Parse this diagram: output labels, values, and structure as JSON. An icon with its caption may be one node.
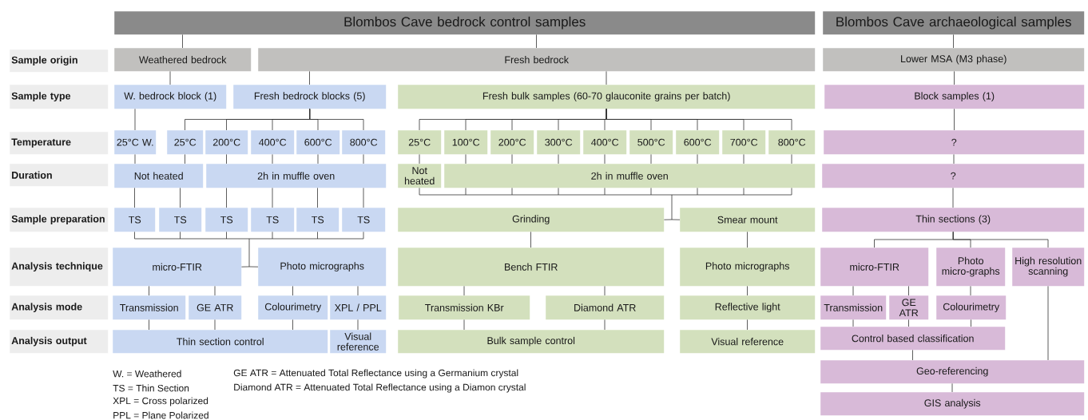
{
  "diagram": {
    "nodes": [
      {
        "text": [
          "Blombos Cave bedrock control samples"
        ]
      },
      {
        "text": [
          "Blombos Cave archaeological samples"
        ]
      },
      {
        "text": [
          "Sample origin"
        ]
      },
      {
        "text": [
          "Weathered bedrock"
        ]
      },
      {
        "text": [
          "Fresh bedrock"
        ]
      },
      {
        "text": [
          "Lower MSA (M3 phase)"
        ]
      },
      {
        "text": [
          "Sample type"
        ]
      },
      {
        "text": [
          "W. bedrock block (1)"
        ]
      },
      {
        "text": [
          "Fresh bedrock blocks (5)"
        ]
      },
      {
        "text": [
          "Fresh bulk samples (60-70 glauconite grains per batch)"
        ]
      },
      {
        "text": [
          "Block samples (1)"
        ]
      },
      {
        "text": [
          "Temperature"
        ]
      },
      {
        "text": [
          "25°C W."
        ]
      },
      {
        "text": [
          "25°C"
        ]
      },
      {
        "text": [
          "200°C"
        ]
      },
      {
        "text": [
          "400°C"
        ]
      },
      {
        "text": [
          "600°C"
        ]
      },
      {
        "text": [
          "800°C"
        ]
      },
      {
        "text": [
          "25°C"
        ]
      },
      {
        "text": [
          "100°C"
        ]
      },
      {
        "text": [
          "200°C"
        ]
      },
      {
        "text": [
          "300°C"
        ]
      },
      {
        "text": [
          "400°C"
        ]
      },
      {
        "text": [
          "500°C"
        ]
      },
      {
        "text": [
          "600°C"
        ]
      },
      {
        "text": [
          "700°C"
        ]
      },
      {
        "text": [
          "800°C"
        ]
      },
      {
        "text": [
          "?"
        ]
      },
      {
        "text": [
          "Duration"
        ]
      },
      {
        "text": [
          "Not heated"
        ]
      },
      {
        "text": [
          "2h in muffle oven"
        ]
      },
      {
        "text": [
          "Not heated"
        ]
      },
      {
        "text": [
          "2h in muffle oven"
        ]
      },
      {
        "text": [
          "?"
        ]
      },
      {
        "text": [
          "Sample preparation"
        ]
      },
      {
        "text": [
          "TS"
        ]
      },
      {
        "text": [
          "TS"
        ]
      },
      {
        "text": [
          "TS"
        ]
      },
      {
        "text": [
          "TS"
        ]
      },
      {
        "text": [
          "TS"
        ]
      },
      {
        "text": [
          "TS"
        ]
      },
      {
        "text": [
          "Grinding"
        ]
      },
      {
        "text": [
          "Smear mount"
        ]
      },
      {
        "text": [
          "Thin sections (3)"
        ]
      },
      {
        "text": [
          "Analysis technique"
        ]
      },
      {
        "text": [
          "micro-FTIR"
        ]
      },
      {
        "text": [
          "Photo micrographs"
        ]
      },
      {
        "text": [
          "Bench FTIR"
        ]
      },
      {
        "text": [
          "Photo micrographs"
        ]
      },
      {
        "text": [
          "micro-FTIR"
        ]
      },
      {
        "text": [
          "Photo micro-graphs"
        ]
      },
      {
        "text": [
          "High resolution scanning"
        ]
      },
      {
        "text": [
          "Analysis mode"
        ]
      },
      {
        "text": [
          "Transmission"
        ]
      },
      {
        "text": [
          "GE ATR"
        ]
      },
      {
        "text": [
          "Colourimetry"
        ]
      },
      {
        "text": [
          "XPL / PPL"
        ]
      },
      {
        "text": [
          "Transmission KBr"
        ]
      },
      {
        "text": [
          "Diamond ATR"
        ]
      },
      {
        "text": [
          "Reflective light"
        ]
      },
      {
        "text": [
          "Transmission"
        ]
      },
      {
        "text": [
          "GE ATR"
        ]
      },
      {
        "text": [
          "Colourimetry"
        ]
      },
      {
        "text": [
          "Analysis output"
        ]
      },
      {
        "text": [
          "Thin section control"
        ]
      },
      {
        "text": [
          "Visual reference"
        ]
      },
      {
        "text": [
          "Bulk sample control"
        ]
      },
      {
        "text": [
          "Visual reference"
        ]
      },
      {
        "text": [
          "Control based classification"
        ]
      },
      {
        "text": [
          "Geo-referencing"
        ]
      },
      {
        "text": [
          "GIS analysis"
        ]
      }
    ],
    "edges": [
      {
        "from": 0,
        "to": 3,
        "arrow": "none"
      },
      {
        "from": 0,
        "to": 4,
        "arrow": "none"
      },
      {
        "from": 1,
        "to": 5,
        "arrow": "none"
      },
      {
        "from": 3,
        "to": 7,
        "arrow": "none"
      },
      {
        "from": 4,
        "to": 8,
        "arrow": "none"
      },
      {
        "from": 4,
        "to": 9,
        "arrow": "none"
      },
      {
        "from": 5,
        "to": 10,
        "arrow": "none"
      },
      {
        "from": 7,
        "to": 12,
        "arrow": "none"
      },
      {
        "from": 8,
        "to": 13,
        "arrow": "none"
      },
      {
        "from": 8,
        "to": 14,
        "arrow": "none"
      },
      {
        "from": 8,
        "to": 15,
        "arrow": "none"
      },
      {
        "from": 8,
        "to": 16,
        "arrow": "none"
      },
      {
        "from": 8,
        "to": 17,
        "arrow": "none"
      },
      {
        "from": 9,
        "to": 18,
        "arrow": "none"
      },
      {
        "from": 9,
        "to": 19,
        "arrow": "none"
      },
      {
        "from": 9,
        "to": 20,
        "arrow": "none"
      },
      {
        "from": 9,
        "to": 21,
        "arrow": "none"
      },
      {
        "from": 9,
        "to": 22,
        "arrow": "none"
      },
      {
        "from": 9,
        "to": 23,
        "arrow": "none"
      },
      {
        "from": 9,
        "to": 24,
        "arrow": "none"
      },
      {
        "from": 9,
        "to": 25,
        "arrow": "none"
      },
      {
        "from": 9,
        "to": 26,
        "arrow": "none"
      },
      {
        "from": 10,
        "to": 27,
        "arrow": "none"
      },
      {
        "from": 12,
        "to": 29,
        "arrow": "none"
      },
      {
        "from": 13,
        "to": 29,
        "arrow": "none"
      },
      {
        "from": 14,
        "to": 30,
        "arrow": "none"
      },
      {
        "from": 15,
        "to": 30,
        "arrow": "none"
      },
      {
        "from": 16,
        "to": 30,
        "arrow": "none"
      },
      {
        "from": 17,
        "to": 30,
        "arrow": "none"
      },
      {
        "from": 18,
        "to": 31,
        "arrow": "none"
      },
      {
        "from": 19,
        "to": 32,
        "arrow": "none"
      },
      {
        "from": 20,
        "to": 32,
        "arrow": "none"
      },
      {
        "from": 21,
        "to": 32,
        "arrow": "none"
      },
      {
        "from": 22,
        "to": 32,
        "arrow": "none"
      },
      {
        "from": 23,
        "to": 32,
        "arrow": "none"
      },
      {
        "from": 24,
        "to": 32,
        "arrow": "none"
      },
      {
        "from": 25,
        "to": 32,
        "arrow": "none"
      },
      {
        "from": 26,
        "to": 32,
        "arrow": "none"
      },
      {
        "from": 27,
        "to": 33,
        "arrow": "none"
      },
      {
        "from": 29,
        "to": 35,
        "arrow": "none"
      },
      {
        "from": 29,
        "to": 36,
        "arrow": "none"
      },
      {
        "from": 30,
        "to": 37,
        "arrow": "none"
      },
      {
        "from": 30,
        "to": 38,
        "arrow": "none"
      },
      {
        "from": 30,
        "to": 39,
        "arrow": "none"
      },
      {
        "from": 30,
        "to": 40,
        "arrow": "none"
      },
      {
        "from": 31,
        "to": 41,
        "arrow": "none"
      },
      {
        "from": 31,
        "to": 42,
        "arrow": "none"
      },
      {
        "from": 32,
        "to": 41,
        "arrow": "none"
      },
      {
        "from": 32,
        "to": 42,
        "arrow": "none"
      },
      {
        "from": 33,
        "to": 43,
        "arrow": "none"
      },
      {
        "from": 35,
        "to": 45,
        "arrow": "none"
      },
      {
        "from": 36,
        "to": 45,
        "arrow": "none"
      },
      {
        "from": 37,
        "to": 45,
        "arrow": "none"
      },
      {
        "from": 38,
        "to": 45,
        "arrow": "none"
      },
      {
        "from": 39,
        "to": 45,
        "arrow": "none"
      },
      {
        "from": 40,
        "to": 45,
        "arrow": "none"
      },
      {
        "from": 35,
        "to": 46,
        "arrow": "none"
      },
      {
        "from": 36,
        "to": 46,
        "arrow": "none"
      },
      {
        "from": 37,
        "to": 46,
        "arrow": "none"
      },
      {
        "from": 38,
        "to": 46,
        "arrow": "none"
      },
      {
        "from": 39,
        "to": 46,
        "arrow": "none"
      },
      {
        "from": 40,
        "to": 46,
        "arrow": "none"
      },
      {
        "from": 41,
        "to": 47,
        "arrow": "none"
      },
      {
        "from": 42,
        "to": 48,
        "arrow": "none"
      },
      {
        "from": 43,
        "to": 49,
        "arrow": "none"
      },
      {
        "from": 43,
        "to": 50,
        "arrow": "none"
      },
      {
        "from": 43,
        "to": 51,
        "arrow": "none"
      },
      {
        "from": 45,
        "to": 53,
        "arrow": "none"
      },
      {
        "from": 45,
        "to": 54,
        "arrow": "none"
      },
      {
        "from": 46,
        "to": 55,
        "arrow": "none"
      },
      {
        "from": 46,
        "to": 56,
        "arrow": "none"
      },
      {
        "from": 47,
        "to": 57,
        "arrow": "none"
      },
      {
        "from": 47,
        "to": 58,
        "arrow": "none"
      },
      {
        "from": 48,
        "to": 59,
        "arrow": "none"
      },
      {
        "from": 49,
        "to": 60,
        "arrow": "none"
      },
      {
        "from": 49,
        "to": 61,
        "arrow": "none"
      },
      {
        "from": 50,
        "to": 62,
        "arrow": "none"
      },
      {
        "from": 53,
        "to": 64,
        "arrow": "none"
      },
      {
        "from": 54,
        "to": 64,
        "arrow": "none"
      },
      {
        "from": 55,
        "to": 64,
        "arrow": "none"
      },
      {
        "from": 56,
        "to": 65,
        "arrow": "none"
      },
      {
        "from": 57,
        "to": 66,
        "arrow": "none"
      },
      {
        "from": 58,
        "to": 66,
        "arrow": "none"
      },
      {
        "from": 59,
        "to": 67,
        "arrow": "none"
      },
      {
        "from": 60,
        "to": 68,
        "arrow": "none"
      },
      {
        "from": 61,
        "to": 68,
        "arrow": "none"
      },
      {
        "from": 62,
        "to": 68,
        "arrow": "none"
      },
      {
        "from": 68,
        "to": 69,
        "arrow": "none"
      },
      {
        "from": 51,
        "to": 69,
        "arrow": "none"
      },
      {
        "from": 69,
        "to": 70,
        "arrow": "none"
      }
    ],
    "labels": [
      "W. = Weathered",
      "TS = Thin Section",
      "XPL = Cross polarized",
      "PPL = Plane Polarized",
      "GE ATR = Attenuated Total Reflectance using a Germanium crystal",
      "Diamond ATR = Attenuated Total Reflectance using a Diamon crystal"
    ]
  }
}
